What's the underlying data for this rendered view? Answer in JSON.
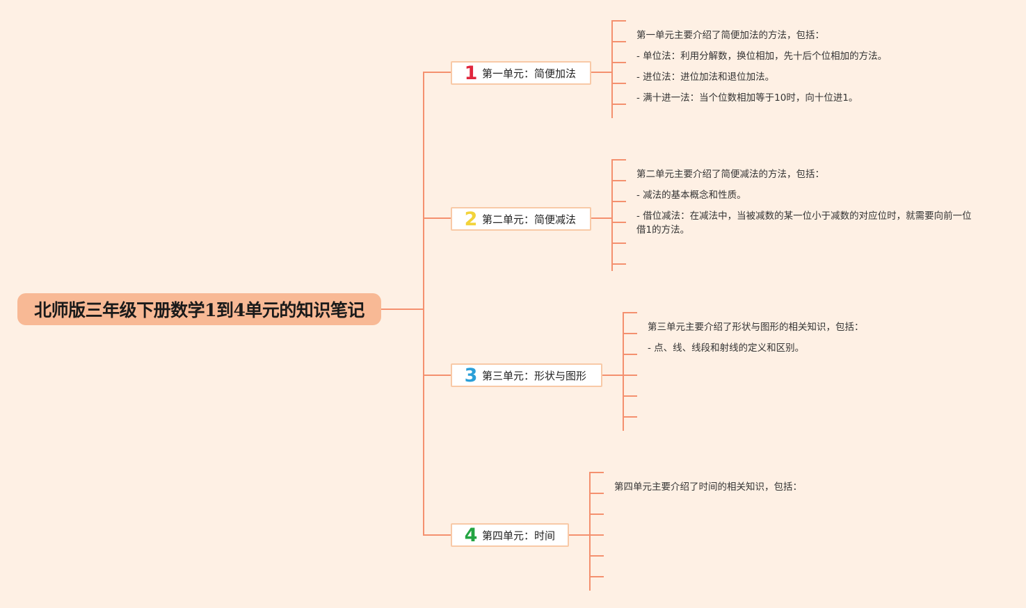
{
  "root": {
    "title": "北师版三年级下册数学1到4单元的知识笔记"
  },
  "units": [
    {
      "number": "1",
      "color": "#e0263d",
      "label": "第一单元：简便加法",
      "notes": [
        "第一单元主要介绍了简便加法的方法，包括：",
        "- 单位法：利用分解数，换位相加，先十后个位相加的方法。",
        "- 进位法：进位加法和退位加法。",
        "- 满十进一法：当个位数相加等于10时，向十位进1。"
      ]
    },
    {
      "number": "2",
      "color": "#f2d33a",
      "label": "第二单元：简便减法",
      "notes": [
        "第二单元主要介绍了简便减法的方法，包括：",
        "- 减法的基本概念和性质。",
        "- 借位减法：在减法中，当被减数的某一位小于减数的对应位时，就需要向前一位",
        "借1的方法。"
      ]
    },
    {
      "number": "3",
      "color": "#2a9fd8",
      "label": "第三单元：形状与图形",
      "notes": [
        "第三单元主要介绍了形状与图形的相关知识，包括：",
        "- 点、线、线段和射线的定义和区别。"
      ]
    },
    {
      "number": "4",
      "color": "#23a442",
      "label": "第四单元：时间",
      "notes": [
        "第四单元主要介绍了时间的相关知识，包括："
      ]
    }
  ],
  "colors": {
    "line": "#f4906e",
    "background": "#fef0e4",
    "root_fill": "#f8b995",
    "node_border": "#f8c9a6"
  }
}
